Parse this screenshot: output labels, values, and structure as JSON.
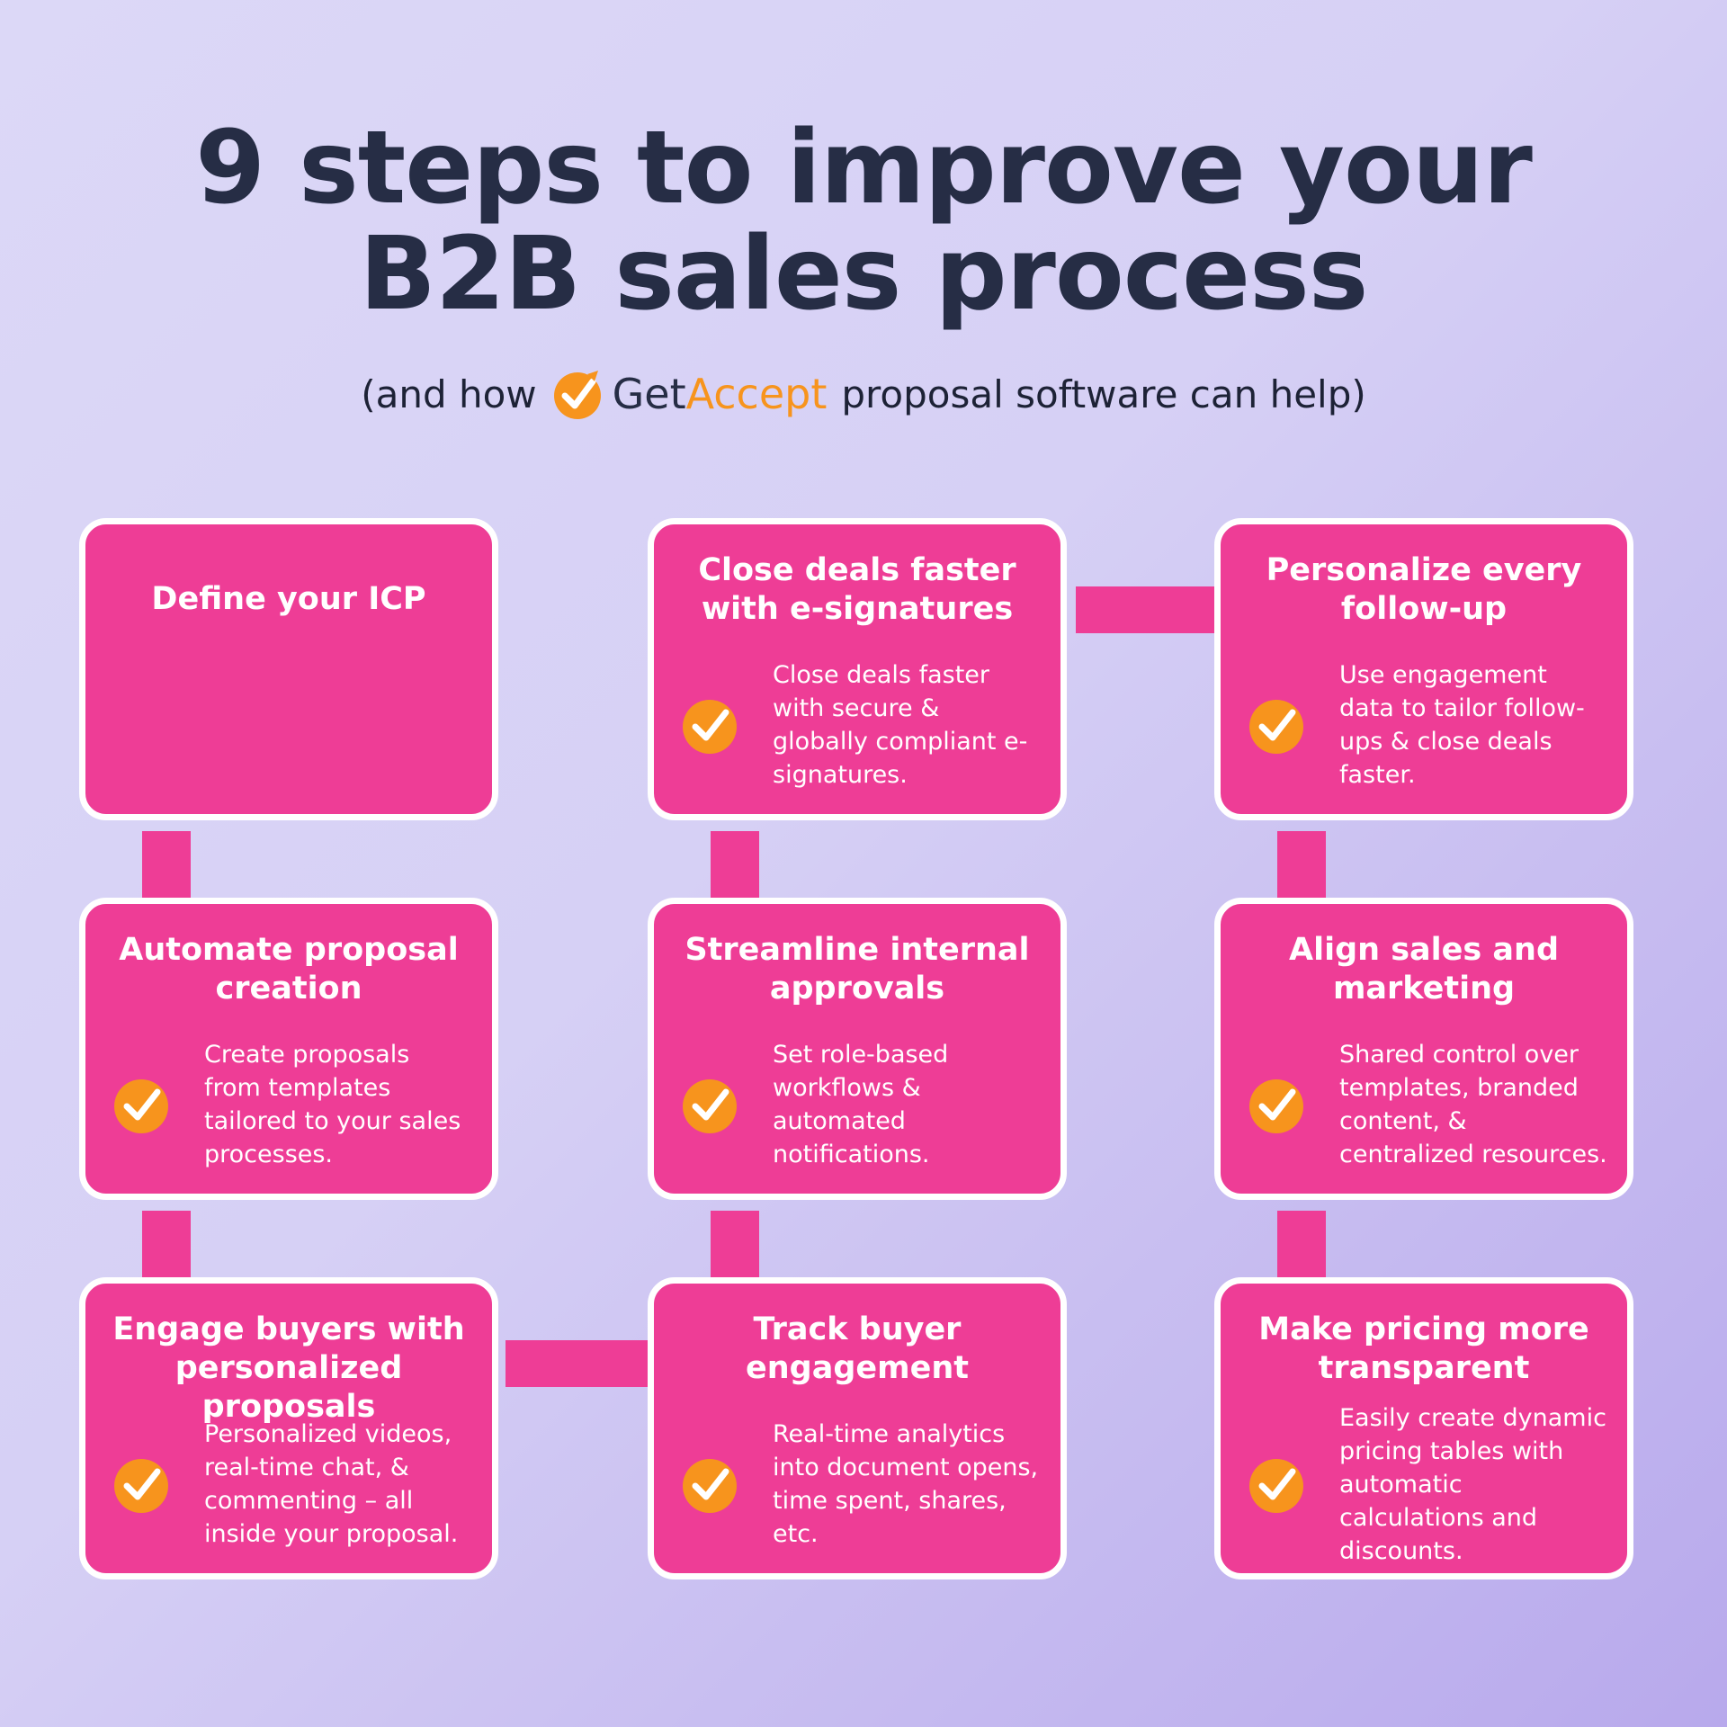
{
  "title": {
    "line1": "9 steps to improve your",
    "line2": "B2B sales process"
  },
  "subtitle": {
    "before": "(and how",
    "brand_get": "Get",
    "brand_accept": "Accept",
    "after": "proposal software can help)"
  },
  "colors": {
    "card": "#ee3d96",
    "card_border": "#ffffff",
    "check": "#f7941d",
    "title_text": "#262d45",
    "brand_accent": "#f7941d"
  },
  "steps": [
    {
      "title": "Define your ICP",
      "desc": ""
    },
    {
      "title": "Close deals faster with e-signatures",
      "desc": "Close deals faster with secure & globally compliant e-signatures."
    },
    {
      "title": "Personalize every follow-up",
      "desc": "Use engagement data to tailor follow-ups & close deals faster."
    },
    {
      "title": "Automate proposal creation",
      "desc": "Create proposals from templates tailored to your sales processes."
    },
    {
      "title": "Streamline internal approvals",
      "desc": "Set role-based workflows & automated notifications."
    },
    {
      "title": "Align sales and marketing",
      "desc": "Shared control over templates, branded content, & centralized resources."
    },
    {
      "title": "Engage buyers with personalized proposals",
      "desc": "Personalized videos, real-time chat, & commenting – all inside your proposal."
    },
    {
      "title": "Track buyer engagement",
      "desc": "Real-time analytics into document opens, time spent, shares, etc."
    },
    {
      "title": "Make pricing more transparent",
      "desc": "Easily create dynamic pricing tables with automatic calculations and discounts."
    }
  ]
}
